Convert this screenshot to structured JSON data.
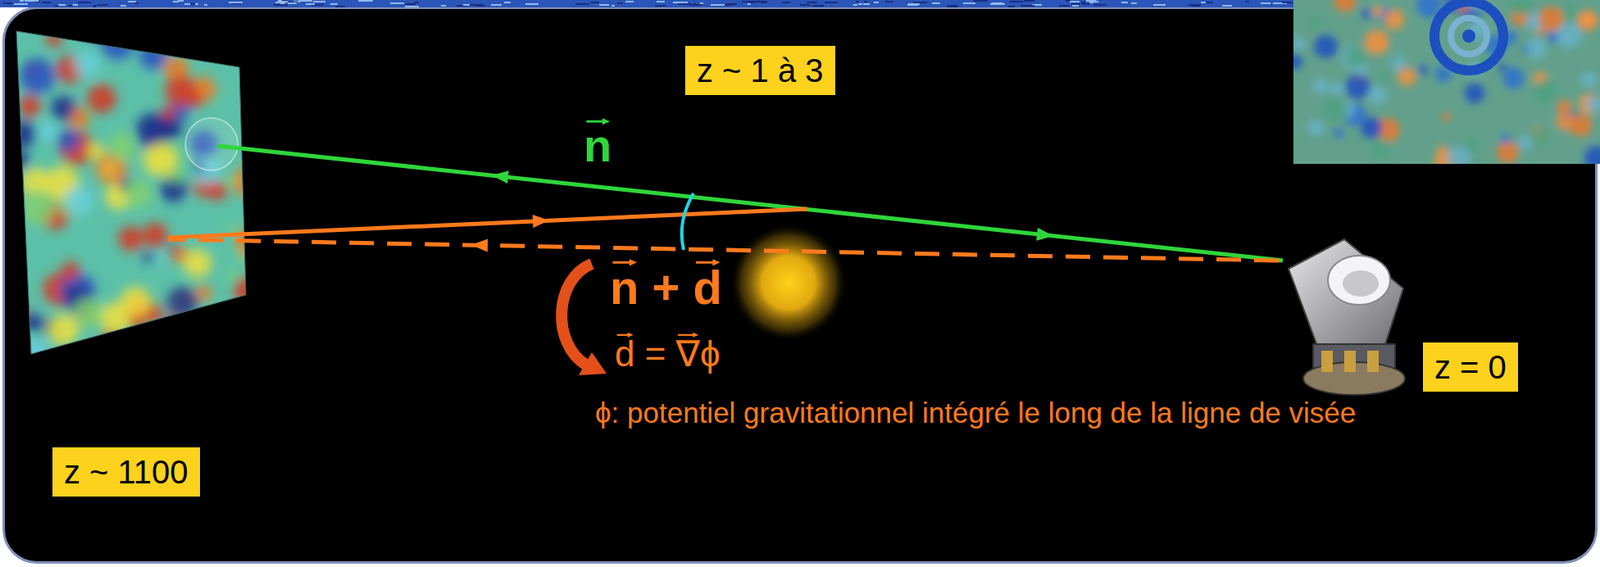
{
  "diagram": {
    "nodes": [
      {
        "text": [
          "z ~ 1 à 3"
        ]
      },
      {
        "text": [
          "z ~ 1100"
        ]
      },
      {
        "text": [
          "z = 0"
        ]
      }
    ],
    "labels": [
      "n",
      "n + d",
      "d = ∇ϕ",
      "ϕ: potentiel gravitationnel intégré le long de la ligne de visée"
    ]
  }
}
